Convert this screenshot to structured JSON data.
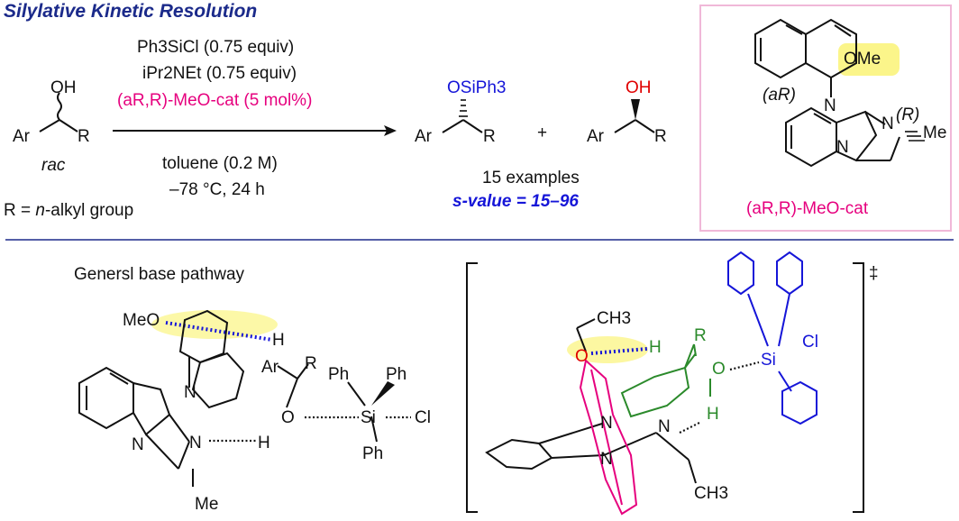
{
  "title": "Silylative Kinetic Resolution",
  "reaction": {
    "substrate": {
      "oh": "OH",
      "ar": "Ar",
      "r": "R",
      "rac": "rac",
      "r_def": "R = ",
      "r_def_italic": "n",
      "r_def_rest": "-alkyl group"
    },
    "conditions_above": {
      "reagent1": "Ph3SiCl (0.75 equiv)",
      "reagent2": "iPr2NEt (0.75 equiv)",
      "catalyst": "(aR,R)-MeO-cat (5 mol%)"
    },
    "conditions_below": {
      "solvent": "toluene (0.2 M)",
      "temp_time": "–78 °C, 24 h"
    },
    "product_ether": {
      "group": "OSiPh3",
      "ar": "Ar",
      "r": "R"
    },
    "plus": "+",
    "product_alcohol": {
      "oh": "OH",
      "ar": "Ar",
      "r": "R"
    },
    "examples": "15 examples",
    "svalue": "s-value = 15–96"
  },
  "catalyst_box": {
    "ome": "OMe",
    "ar_label": "(aR)",
    "n1": "N",
    "n2": "N",
    "n3": "N",
    "r_label": "(R)",
    "me": "Me",
    "name": "(aR,R)-MeO-cat"
  },
  "pathway": {
    "label": "Genersl base pathway",
    "meo": "MeO",
    "h1": "H",
    "n_top": "N",
    "n_mid": "N",
    "n_bottom": "N",
    "h2": "H",
    "ar": "Ar",
    "r": "R",
    "o": "O",
    "si": "Si",
    "cl": "Cl",
    "ph1": "Ph",
    "ph2": "Ph",
    "ph3": "Ph",
    "me": "Me"
  },
  "transition_state": {
    "dagger": "‡",
    "ch3_top": "CH3",
    "o_meo": "O",
    "h_ch": "H",
    "r": "R",
    "o_alc": "O",
    "h_oh": "H",
    "si": "Si",
    "cl": "Cl",
    "n1": "N",
    "n2": "N",
    "n3": "N",
    "ch3_bottom": "CH3"
  }
}
